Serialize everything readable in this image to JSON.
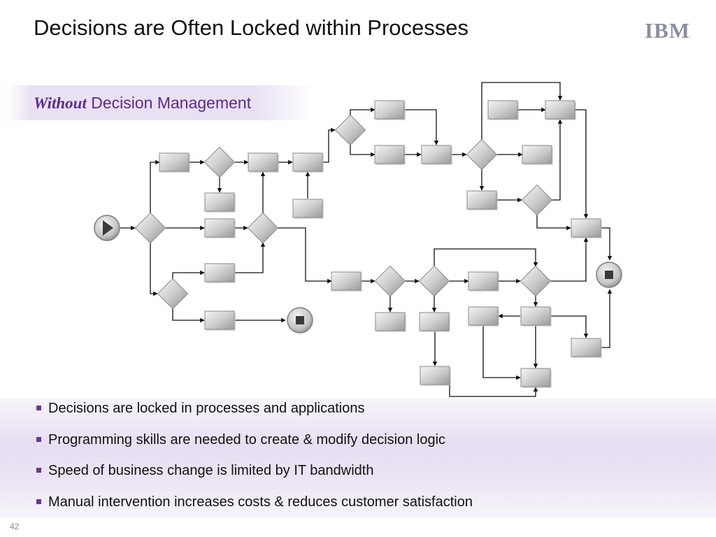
{
  "title": "Decisions are Often Locked within Processes",
  "logo_text": "IBM",
  "banner": {
    "emphasis": "Without",
    "rest": " Decision Management"
  },
  "bullets": [
    "Decisions are locked in processes and applications",
    "Programming skills are needed to create & modify decision logic",
    "Speed of business change is limited by IT bandwidth",
    "Manual intervention increases costs & reduces customer satisfaction"
  ],
  "page_number": "42",
  "colors": {
    "accent": "#5b2b8a",
    "bullet": "#6a3796",
    "banner_bg": "#e9e1f3"
  },
  "icons": {
    "start": "play-icon",
    "end": "stop-icon"
  }
}
